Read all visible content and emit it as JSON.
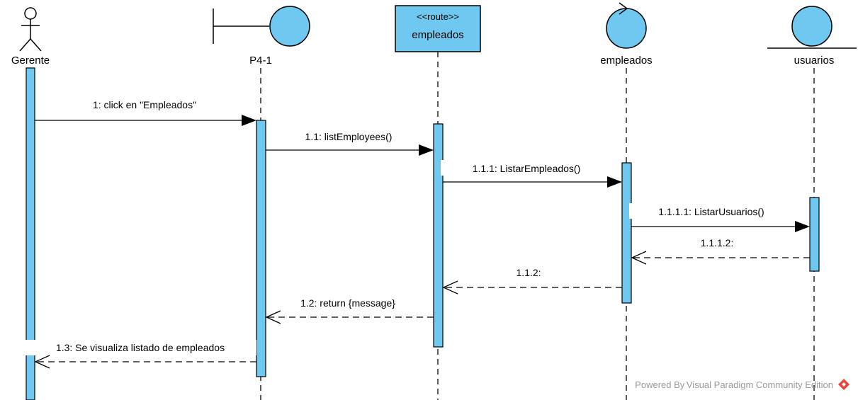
{
  "participants": {
    "gerente": {
      "label": "Gerente",
      "icon": "actor-icon"
    },
    "p41": {
      "label": "P4-1",
      "icon": "boundary-icon"
    },
    "route": {
      "stereotype": "<<route>>",
      "label": "empleados",
      "icon": "route-class-box"
    },
    "control": {
      "label": "empleados",
      "icon": "control-icon"
    },
    "entity": {
      "label": "usuarios",
      "icon": "entity-icon"
    }
  },
  "messages": [
    {
      "label": "1: click en \"Empleados\"",
      "kind": "sync"
    },
    {
      "label": "1.1: listEmployees()",
      "kind": "sync"
    },
    {
      "label": "1.1.1: ListarEmpleados()",
      "kind": "sync"
    },
    {
      "label": "1.1.1.1: ListarUsuarios()",
      "kind": "sync"
    },
    {
      "label": "1.1.1.2:",
      "kind": "return"
    },
    {
      "label": "1.1.2:",
      "kind": "return"
    },
    {
      "label": "1.2: return {message}",
      "kind": "return"
    },
    {
      "label": "1.3: Se visualiza listado de empleados",
      "kind": "return"
    }
  ],
  "watermark": {
    "text": "Powered By Visual Paradigm Community Edition",
    "icon": "visual-paradigm-logo-icon"
  },
  "colors": {
    "fill": "#6fc8ef",
    "line": "#000000",
    "watermark": "#9a9a9a",
    "logo": "#e8463a"
  }
}
